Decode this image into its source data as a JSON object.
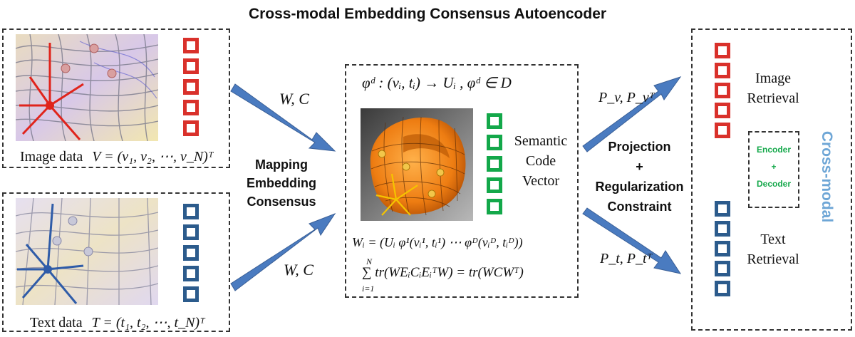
{
  "title": "Cross-modal Embedding Consensus Autoencoder",
  "left": {
    "image_caption": "Image data",
    "image_formula": "V = (v₁, v₂, ⋯, v_N)ᵀ",
    "text_caption": "Text data",
    "text_formula": "T = (t₁, t₂, ⋯, t_N)ᵀ"
  },
  "arrows": {
    "upper_label": "W, C",
    "lower_label": "W, C",
    "mapping_line1": "Mapping",
    "mapping_line2": "Embedding",
    "mapping_line3": "Consensus",
    "proj_upper": "P_v, P_vᵀ",
    "proj_lower": "P_t, P_tᵀ",
    "projection_line1": "Projection",
    "projection_plus": "+",
    "projection_line2": "Regularization",
    "projection_line3": "Constraint"
  },
  "center": {
    "formula_top": "φᵈ : (vᵢ, tᵢ) → Uᵢ , φᵈ ∈ D",
    "semantic_line1": "Semantic",
    "semantic_line2": "Code",
    "semantic_line3": "Vector",
    "formula_w": "Wᵢ = (Uᵢ  φ¹(vᵢ¹, tᵢ¹)  ⋯  φᴰ(vᵢᴰ, tᵢᴰ))",
    "formula_sum": "∑ tr(WEᵢCᵢEᵢᵀW) = tr(WCWᵀ)",
    "sum_upper": "N",
    "sum_lower": "i=1"
  },
  "right": {
    "image_line1": "Image",
    "image_line2": "Retrieval",
    "text_line1": "Text",
    "text_line2": "Retrieval",
    "encoder": "Encoder",
    "plus": "+",
    "decoder": "Decoder",
    "cross_modal": "Cross-modal"
  },
  "colors": {
    "red": "#d9312b",
    "blue": "#2c5b8c",
    "green": "#13a84a",
    "arrow": "#4a7bc0",
    "cross_modal": "#6ea6d6"
  }
}
